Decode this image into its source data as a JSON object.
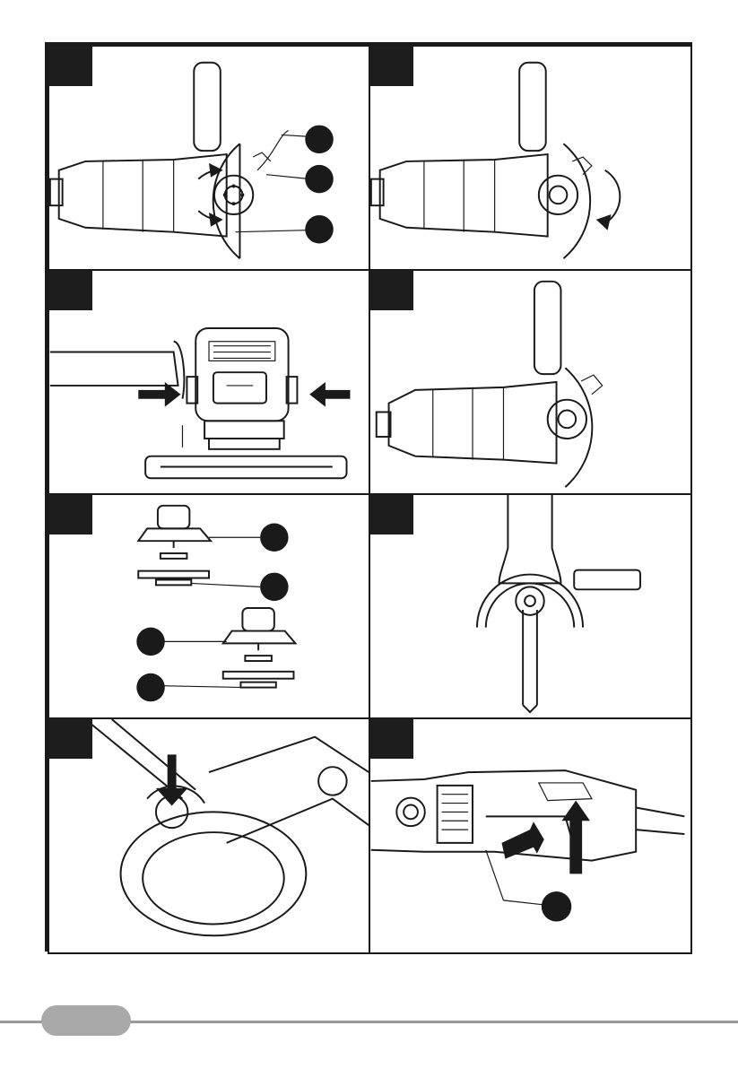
{
  "panels": [
    {
      "id": "p1",
      "label": "",
      "callouts": [
        "",
        "",
        ""
      ]
    },
    {
      "id": "p2",
      "label": ""
    },
    {
      "id": "p3",
      "label": ""
    },
    {
      "id": "p4",
      "label": ""
    },
    {
      "id": "p5",
      "label": "",
      "callouts": [
        "",
        "",
        "",
        ""
      ]
    },
    {
      "id": "p6",
      "label": ""
    },
    {
      "id": "p7",
      "label": ""
    },
    {
      "id": "p8",
      "label": "",
      "callouts": [
        ""
      ]
    }
  ],
  "footer": {
    "page_number": ""
  },
  "colors": {
    "ink": "#1a1a1a",
    "footer_gray": "#a8a8a8",
    "background": "#ffffff"
  }
}
